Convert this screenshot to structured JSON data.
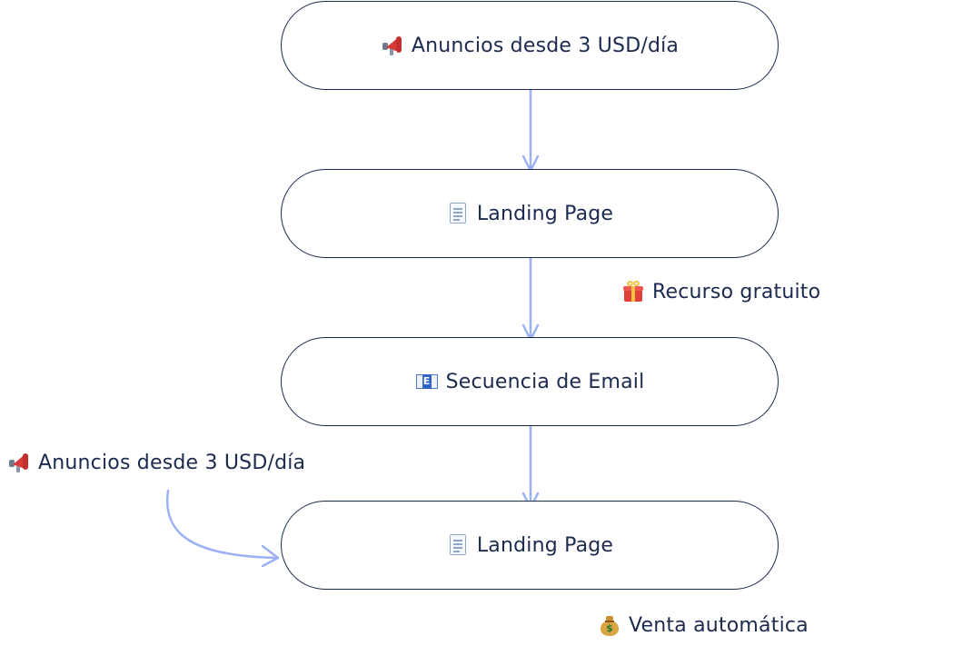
{
  "flow": {
    "node_1": {
      "icon": "megaphone-icon",
      "label": "Anuncios desde 3 USD/día"
    },
    "node_2": {
      "icon": "document-icon",
      "label": "Landing Page"
    },
    "node_3": {
      "icon": "email-icon",
      "label": "Secuencia de Email"
    },
    "node_4": {
      "icon": "document-icon",
      "label": "Landing Page"
    }
  },
  "annotations": {
    "gift": {
      "icon": "gift-icon",
      "label": "Recurso gratuito"
    },
    "ads_side": {
      "icon": "megaphone-icon",
      "label": "Anuncios desde 3 USD/día"
    },
    "sale": {
      "icon": "moneybag-icon",
      "label": "Venta automática"
    }
  },
  "colors": {
    "node_border": "#1b2a4e",
    "text": "#1b2a4e",
    "connector": "#9bb0f5"
  }
}
